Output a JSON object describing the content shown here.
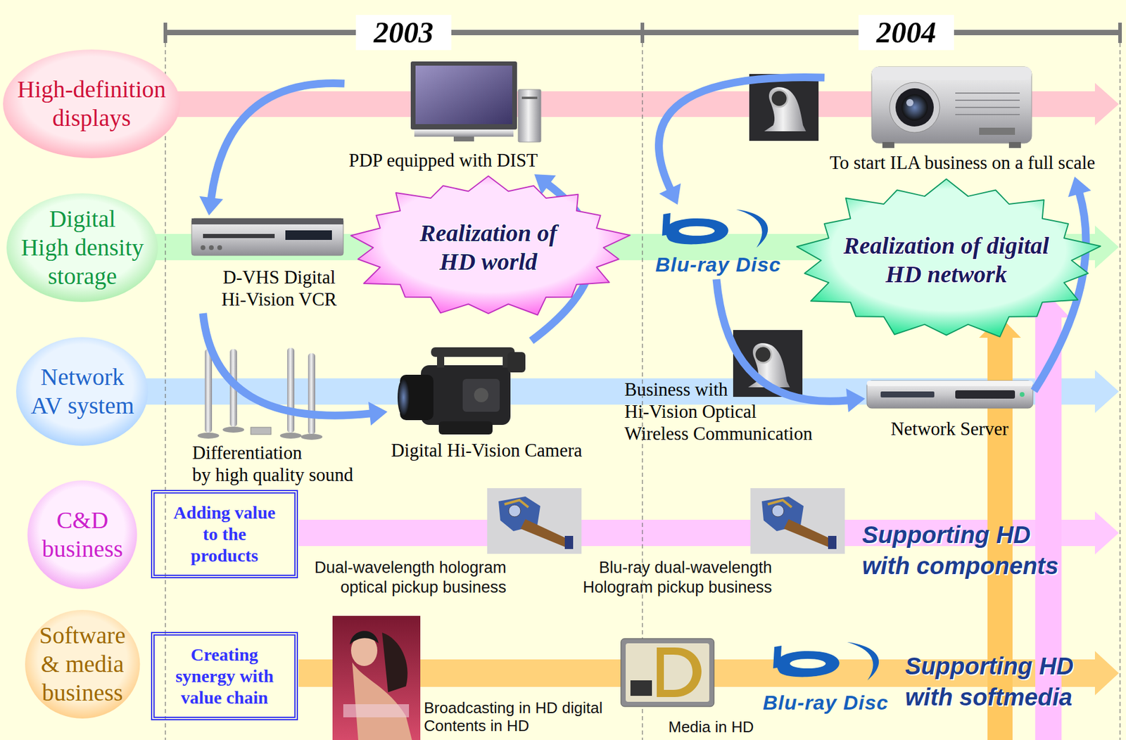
{
  "diagram": {
    "nodes": [
      {
        "text": [
          "High-definition displays"
        ]
      },
      {
        "text": [
          "PDP equipped with DIST"
        ]
      },
      {
        "text": [
          "To start ILA business on a full scale"
        ]
      },
      {
        "text": [
          "Digital High density storage"
        ]
      },
      {
        "text": [
          "D-VHS Digital Hi-Vision VCR"
        ]
      },
      {
        "text": [
          "Realization of HD world"
        ]
      },
      {
        "text": [
          "Blu-ray Disc"
        ]
      },
      {
        "text": [
          "Realization of digital HD network"
        ]
      },
      {
        "text": [
          "Network AV system"
        ]
      },
      {
        "text": [
          "Digital Hi-Vision Camera"
        ]
      },
      {
        "text": [
          "Network Server"
        ]
      },
      {
        "text": [
          "C&D business"
        ]
      },
      {
        "text": [
          "Adding value to the products"
        ]
      },
      {
        "text": [
          "Software & media business"
        ]
      },
      {
        "text": [
          "Creating synergy with value chain"
        ]
      }
    ],
    "edges": [
      {
        "from": 1,
        "to": 4,
        "arrow": "to"
      },
      {
        "from": 4,
        "to": 9,
        "arrow": "to"
      },
      {
        "from": 9,
        "to": 1,
        "arrow": "to"
      },
      {
        "from": 2,
        "to": 6,
        "arrow": "to"
      },
      {
        "from": 6,
        "to": 10,
        "arrow": "to"
      },
      {
        "from": 10,
        "to": 2,
        "arrow": "to"
      }
    ],
    "labels": [
      "2003",
      "2004",
      "Differentiation by high quality sound",
      "Business with Hi-Vision Optical Wireless Communication",
      "Dual-wavelength hologram optical pickup business",
      "Blu-ray dual-wavelength Hologram pickup business",
      "Supporting HD with components",
      "Broadcasting in HD digital Contents in HD",
      "Media in HD",
      "Blu-ray Disc",
      "Supporting HD with softmedia"
    ]
  }
}
